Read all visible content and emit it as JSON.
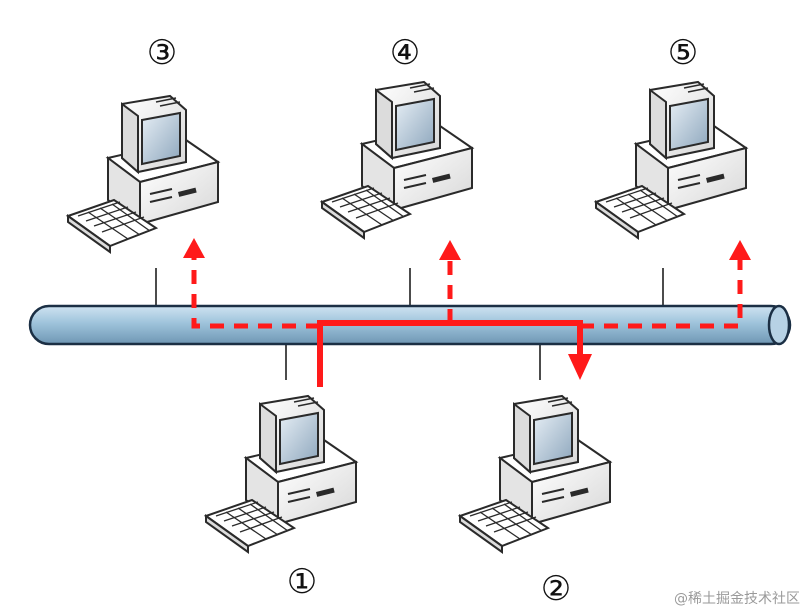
{
  "nodes": [
    {
      "id": "n3",
      "label": "③"
    },
    {
      "id": "n4",
      "label": "④"
    },
    {
      "id": "n5",
      "label": "⑤"
    },
    {
      "id": "n1",
      "label": "①"
    },
    {
      "id": "n2",
      "label": "②"
    }
  ],
  "watermark": "@稀土掘金技术社区",
  "colors": {
    "bus_fill": "#9ec3db",
    "bus_stroke": "#1b2f44",
    "signal": "#ff1a1a",
    "computer_case": "#f4f4f4",
    "computer_stroke": "#2a2a2a",
    "screen": "#b9c9d7"
  },
  "icons": [
    "desktop-computer-icon",
    "keyboard-icon"
  ]
}
